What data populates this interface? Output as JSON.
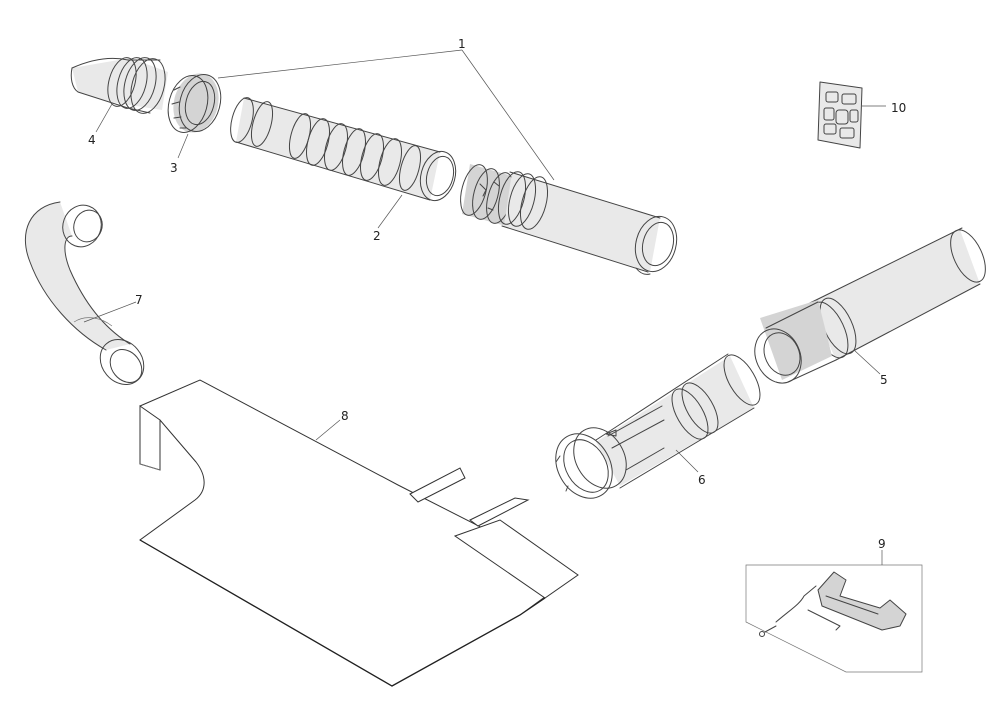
{
  "parts": [
    {
      "number": "1"
    },
    {
      "number": "2"
    },
    {
      "number": "3"
    },
    {
      "number": "4"
    },
    {
      "number": "5"
    },
    {
      "number": "6"
    },
    {
      "number": "7"
    },
    {
      "number": "8"
    },
    {
      "number": "9"
    },
    {
      "number": "10"
    }
  ]
}
